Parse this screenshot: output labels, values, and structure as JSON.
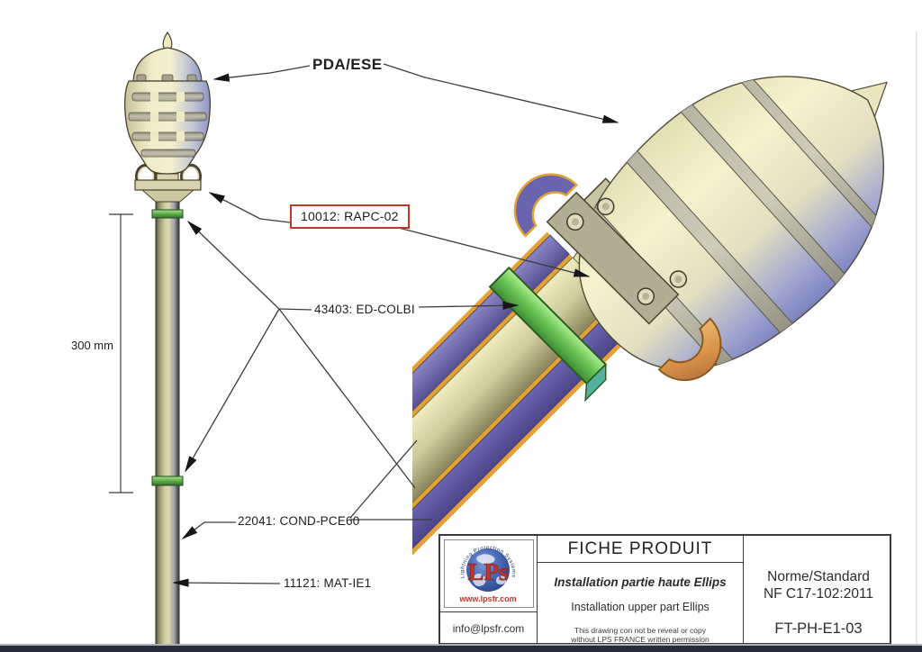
{
  "drawing": {
    "callouts": {
      "pda_ese": "PDA/ESE",
      "rapc": "10012: RAPC-02",
      "ed_colbi": "43403: ED-COLBI",
      "cond_pce60": "22041: COND-PCE60",
      "mat_ie1": "11121: MAT-IE1"
    },
    "dimension": "300 mm",
    "colors": {
      "callout_box_border": "#c0392b",
      "leader_line": "#3c3c3c",
      "collar_green": "#5fae49",
      "body_cream": "#f2eecb",
      "shade_blue": "#7d84c4",
      "plate_purple": "#6a63ae",
      "edge_orange": "#e2a233"
    }
  },
  "title_block": {
    "logo": {
      "brand_arc_text": "Lightning Protection Systems France",
      "brand_letters": "LPs",
      "website": "www.lpsfr.com",
      "email": "info@lpsfr.com"
    },
    "doc_title": "FICHE PRODUIT",
    "subtitle_fr": "Installation partie haute Ellips",
    "subtitle_en": "Installation upper part Ellips",
    "disclaimer_line1": "This drawing con not be reveal or copy",
    "disclaimer_line2": "without  LPS FRANCE written permission",
    "standard_label": "Norme/Standard",
    "standard_value": "NF C17-102:2011",
    "doc_ref": "FT-PH-E1-03"
  }
}
